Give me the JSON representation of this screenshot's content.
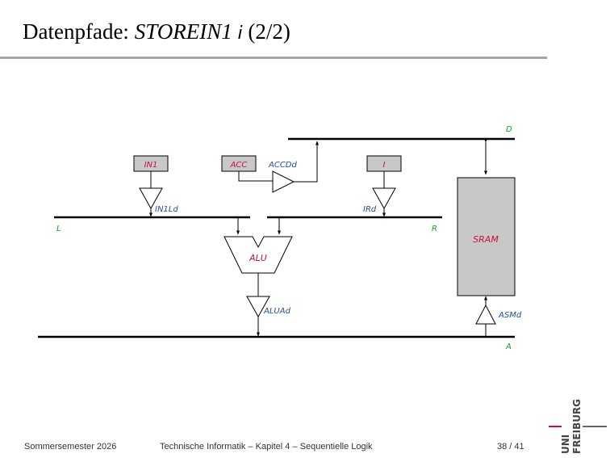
{
  "slide": {
    "title_prefix": "Datenpfade: ",
    "title_instr": "STOREIN1",
    "title_operand": "i",
    "title_suffix": " (2/2)"
  },
  "diagram": {
    "bus_D": "D",
    "bus_L": "L",
    "bus_R": "R",
    "bus_A": "A",
    "reg_in1": "IN1",
    "reg_acc": "ACC",
    "reg_i": "I",
    "alu": "ALU",
    "sram": "SRAM",
    "drv_in1ld": "IN1Ld",
    "drv_accd": "ACCDd",
    "drv_ird": "IRd",
    "drv_aluad": "ALUAd",
    "drv_asmd": "ASMd"
  },
  "colors": {
    "bus_label": "#1a9e1a",
    "driver_label": "#1f4e9a",
    "component_label": "#c0143c",
    "register_fill": "#c8c8c8",
    "rule": "#a6a6a6"
  },
  "footer": {
    "semester": "Sommersemester 2026",
    "course": "Technische Informatik –  Kapitel 4 – Sequentielle Logik",
    "page": "38 / 41"
  },
  "logo": {
    "uni": "UNI",
    "freiburg": "FREIBURG"
  }
}
